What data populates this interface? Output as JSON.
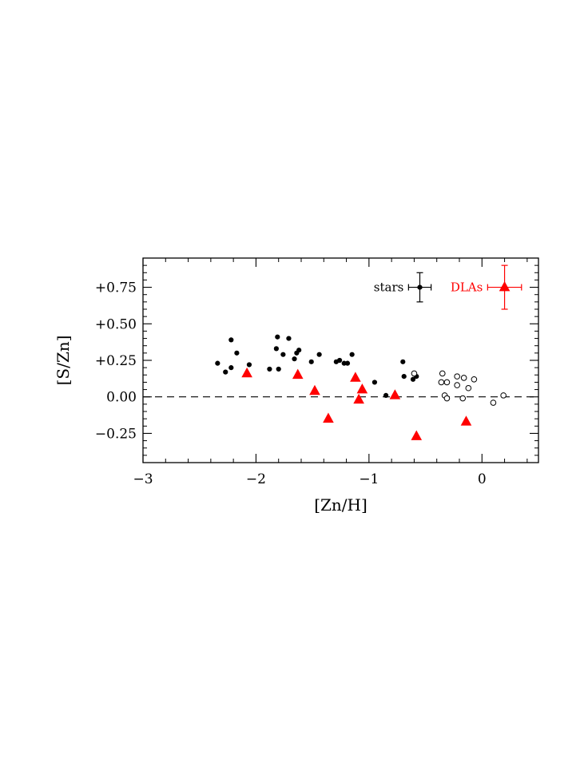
{
  "chart_data": {
    "type": "scatter",
    "xlabel": "[Zn/H]",
    "ylabel": "[S/Zn]",
    "xlim": [
      -3,
      0.5
    ],
    "ylim": [
      -0.45,
      0.95
    ],
    "x_ticks": [
      {
        "value": -3,
        "label": "−3"
      },
      {
        "value": -2,
        "label": "−2"
      },
      {
        "value": -1,
        "label": "−1"
      },
      {
        "value": 0,
        "label": "0"
      }
    ],
    "y_ticks": [
      {
        "value": -0.25,
        "label": "−0.25"
      },
      {
        "value": 0.0,
        "label": "0.00"
      },
      {
        "value": 0.25,
        "label": "+0.25"
      },
      {
        "value": 0.5,
        "label": "+0.50"
      },
      {
        "value": 0.75,
        "label": "+0.75"
      }
    ],
    "reference_line": {
      "y": 0.0,
      "style": "dashed"
    },
    "series": [
      {
        "name": "stars",
        "marker": "filled-circle",
        "color": "#000000",
        "points": [
          [
            -2.34,
            0.23
          ],
          [
            -2.27,
            0.17
          ],
          [
            -2.22,
            0.39
          ],
          [
            -2.22,
            0.2
          ],
          [
            -2.17,
            0.3
          ],
          [
            -2.06,
            0.22
          ],
          [
            -1.88,
            0.19
          ],
          [
            -1.82,
            0.33
          ],
          [
            -1.81,
            0.41
          ],
          [
            -1.8,
            0.19
          ],
          [
            -1.76,
            0.29
          ],
          [
            -1.71,
            0.4
          ],
          [
            -1.66,
            0.26
          ],
          [
            -1.64,
            0.3
          ],
          [
            -1.62,
            0.32
          ],
          [
            -1.51,
            0.24
          ],
          [
            -1.44,
            0.29
          ],
          [
            -1.29,
            0.24
          ],
          [
            -1.26,
            0.25
          ],
          [
            -1.22,
            0.23
          ],
          [
            -1.19,
            0.23
          ],
          [
            -1.15,
            0.29
          ],
          [
            -0.95,
            0.1
          ],
          [
            -0.85,
            0.01
          ],
          [
            -0.7,
            0.24
          ],
          [
            -0.69,
            0.14
          ],
          [
            -0.61,
            0.12
          ],
          [
            -0.58,
            0.14
          ]
        ]
      },
      {
        "name": "stars (open)",
        "marker": "open-circle",
        "color": "#000000",
        "points": [
          [
            -0.6,
            0.16
          ],
          [
            -0.35,
            0.16
          ],
          [
            -0.36,
            0.1
          ],
          [
            -0.31,
            0.1
          ],
          [
            -0.33,
            0.01
          ],
          [
            -0.31,
            -0.01
          ],
          [
            -0.22,
            0.14
          ],
          [
            -0.22,
            0.08
          ],
          [
            -0.16,
            0.13
          ],
          [
            -0.17,
            -0.01
          ],
          [
            -0.12,
            0.06
          ],
          [
            -0.07,
            0.12
          ],
          [
            0.1,
            -0.04
          ],
          [
            0.19,
            0.01
          ]
        ]
      },
      {
        "name": "DLAs",
        "marker": "filled-triangle",
        "color": "#ff0000",
        "points": [
          [
            -2.08,
            0.16
          ],
          [
            -1.63,
            0.15
          ],
          [
            -1.48,
            0.04
          ],
          [
            -1.36,
            -0.15
          ],
          [
            -1.12,
            0.13
          ],
          [
            -1.09,
            -0.02
          ],
          [
            -1.06,
            0.05
          ],
          [
            -0.77,
            0.01
          ],
          [
            -0.58,
            -0.27
          ],
          [
            -0.14,
            -0.17
          ]
        ]
      }
    ],
    "legend": [
      {
        "label": "stars",
        "color": "#000000",
        "marker": "filled-circle",
        "x": -0.55,
        "y": 0.75,
        "xerr": 0.1,
        "yerr": 0.1
      },
      {
        "label": "DLAs",
        "color": "#ff0000",
        "marker": "filled-triangle",
        "x": 0.2,
        "y": 0.75,
        "xerr": 0.15,
        "yerr": 0.15
      }
    ],
    "legend_placement": "top-right",
    "grid": false
  }
}
